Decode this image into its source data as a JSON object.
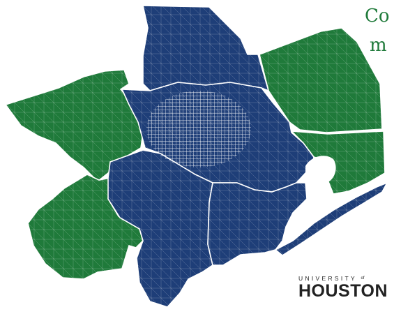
{
  "caption": {
    "line1": "Co",
    "line2": "m"
  },
  "logo": {
    "top": "UNIVERSITY",
    "of": "of",
    "main": "HOUSTON"
  },
  "colors": {
    "core_region": "#1e3e78",
    "outer_region": "#1f7a3a",
    "boundary": "#ffffff",
    "caption": "#1f7a3a"
  },
  "map": {
    "regions": [
      {
        "group": "core",
        "color": "#1e3e78"
      },
      {
        "group": "outer",
        "color": "#1f7a3a"
      }
    ]
  }
}
